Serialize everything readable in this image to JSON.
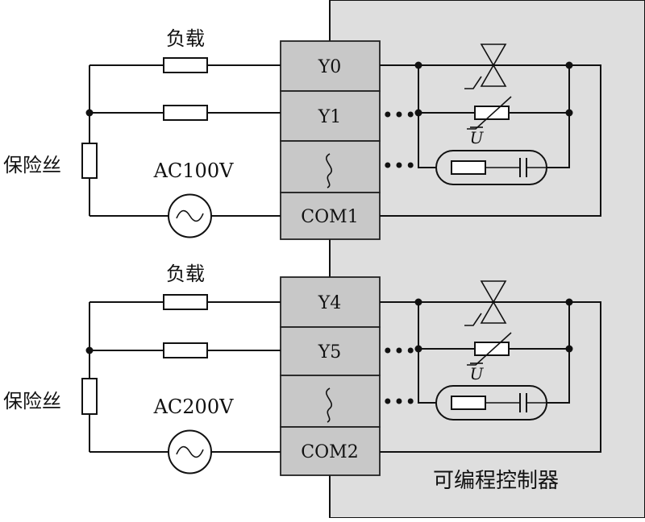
{
  "colors": {
    "plc_background": "#dedede",
    "terminal_fill": "#c8c8c8",
    "wire": "#111111"
  },
  "controller_label": "可编程控制器",
  "group1": {
    "load_label": "负载",
    "fuse_label": "保险丝",
    "source_label": "AC100V",
    "terminals": [
      "Y0",
      "Y1",
      "",
      "COM1"
    ],
    "varistor_label": "U"
  },
  "group2": {
    "load_label": "负载",
    "fuse_label": "保险丝",
    "source_label": "AC200V",
    "terminals": [
      "Y4",
      "Y5",
      "",
      "COM2"
    ],
    "varistor_label": "U"
  },
  "icons": [
    "fuse-icon",
    "ac-source-icon",
    "resistor-icon",
    "triac-icon",
    "varistor-icon",
    "rc-snubber-icon",
    "wave-icon"
  ]
}
